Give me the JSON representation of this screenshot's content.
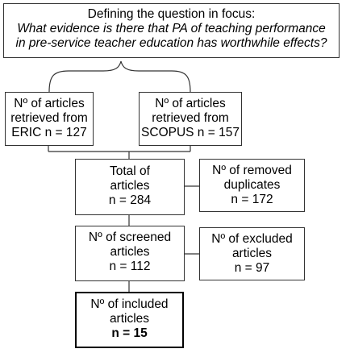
{
  "question": {
    "heading": "Defining the question in focus:",
    "line1": "What evidence is there that PA of teaching performance",
    "line2": "in pre-service teacher education has worthwhile effects?"
  },
  "eric": {
    "line1": "Nº of articles",
    "line2": "retrieved from",
    "line3": "ERIC n = 127"
  },
  "scopus": {
    "line1": "Nº of articles",
    "line2": "retrieved from",
    "line3": "SCOPUS n = 157"
  },
  "total": {
    "line1": "Total of",
    "line2": "articles",
    "line3": "n = 284"
  },
  "duplicates": {
    "line1": "Nº of removed",
    "line2": "duplicates",
    "line3": "n = 172"
  },
  "screened": {
    "line1": "Nº of screened",
    "line2": "articles",
    "line3": "n = 112"
  },
  "excluded": {
    "line1": "Nº of excluded",
    "line2": "articles",
    "line3": "n = 97"
  },
  "included": {
    "line1": "Nº of included",
    "line2": "articles",
    "line3": "n = 15"
  }
}
